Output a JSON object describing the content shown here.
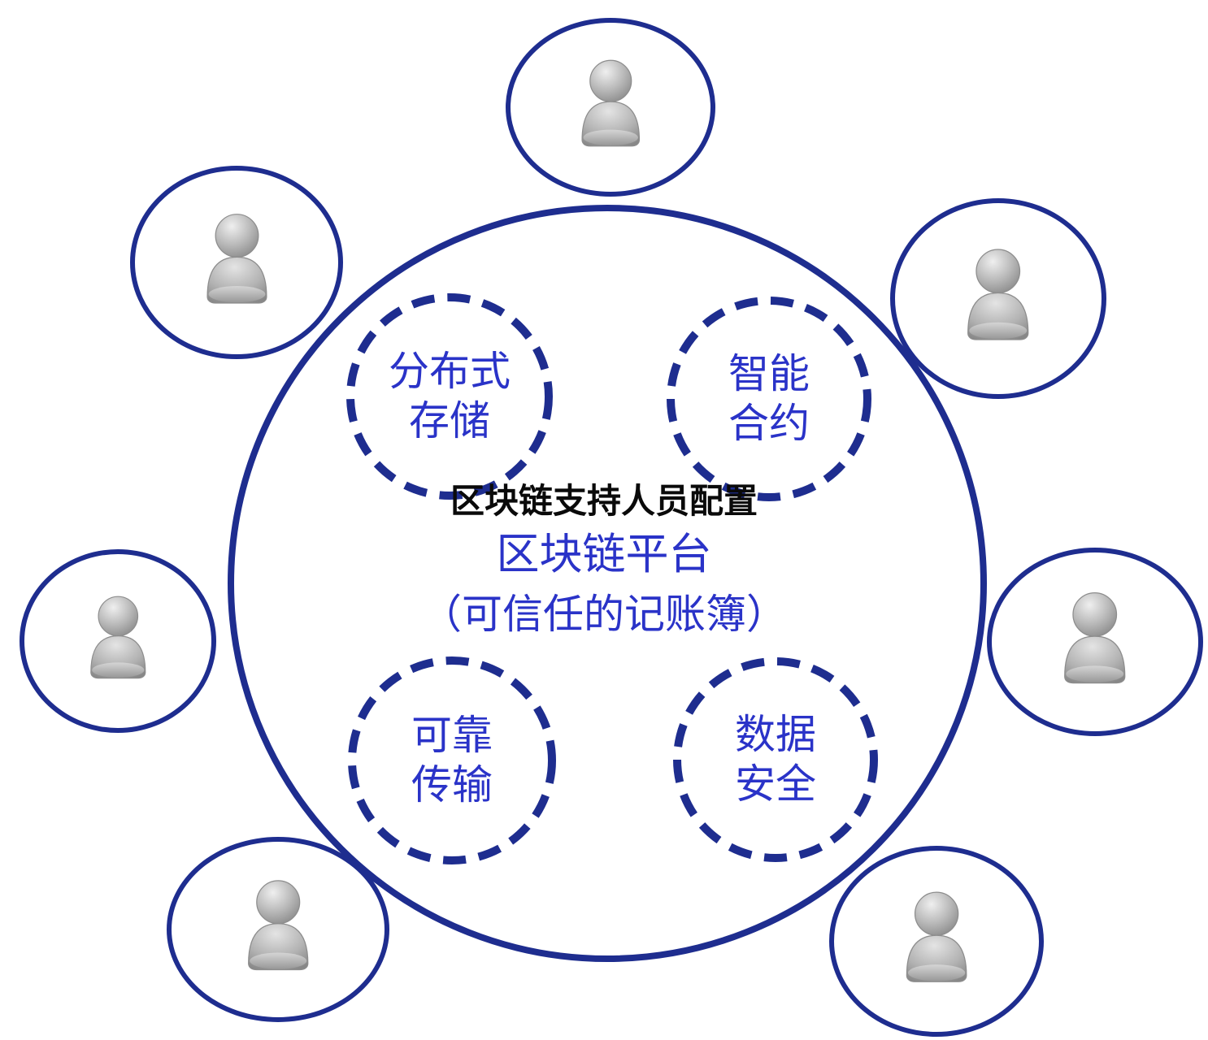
{
  "title": "区块链支持人员配置",
  "center": {
    "platform_title": "区块链平台",
    "platform_subtitle": "（可信任的记账簿）"
  },
  "features": [
    {
      "id": "distributed-storage",
      "lines": [
        "分布式",
        "存储"
      ]
    },
    {
      "id": "smart-contract",
      "lines": [
        "智能",
        "合约"
      ]
    },
    {
      "id": "reliable-transmission",
      "lines": [
        "可靠",
        "传输"
      ]
    },
    {
      "id": "data-security",
      "lines": [
        "数据",
        "安全"
      ]
    }
  ],
  "participants": {
    "count": 7,
    "icon": "person-icon"
  },
  "colors": {
    "circle_border": "#1e2d8f",
    "feature_text": "#2a33c8",
    "title_text": "#0a0a0a",
    "person_gray": "#b3b3b3",
    "background": "#ffffff"
  }
}
